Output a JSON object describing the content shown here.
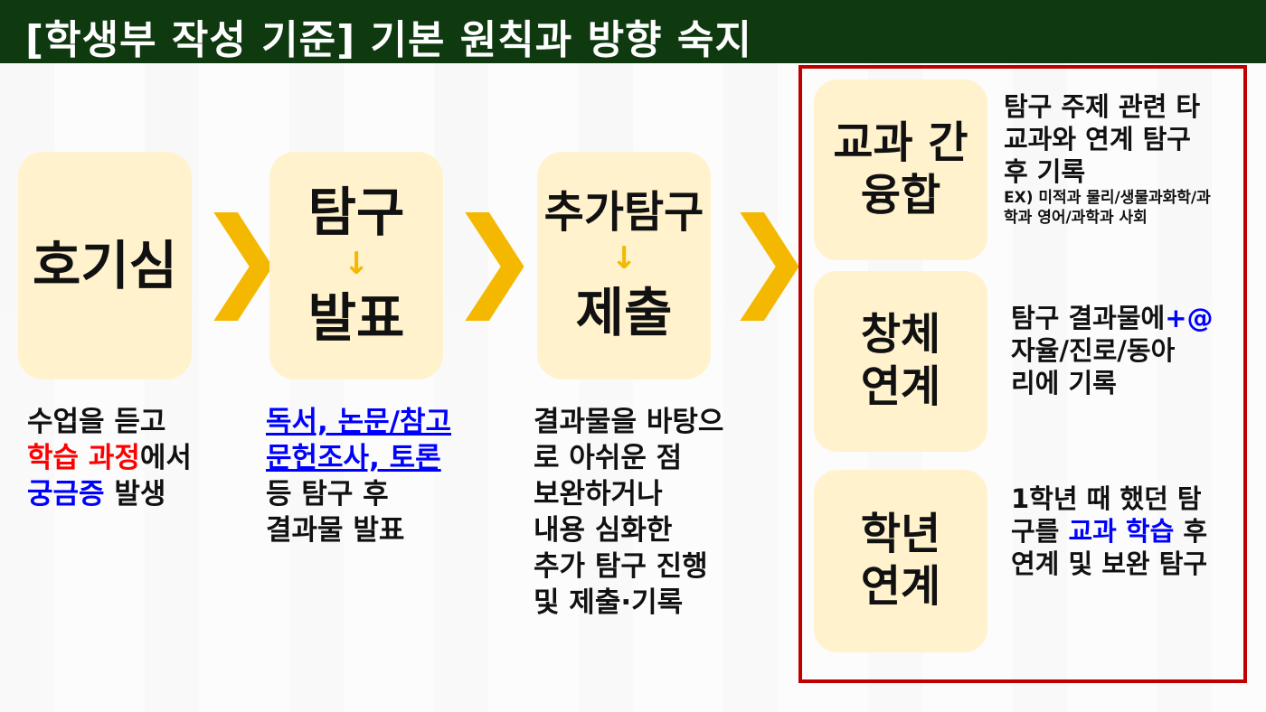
{
  "title": "[학생부 작성 기준] 기본 원칙과 방향 숙지",
  "steps": [
    {
      "label": "호기심"
    },
    {
      "top": "탐구",
      "arrow": "↓",
      "bottom": "발표"
    },
    {
      "top": "추가탐구",
      "arrow": "↓",
      "bottom": "제출"
    }
  ],
  "chevron": "❯",
  "desc1": {
    "line1": "수업을 듣고",
    "line2_red": "학습 과정",
    "line2_rest": "에서",
    "line3_blue": "궁금증",
    "line3_rest": " 발생"
  },
  "desc2": {
    "line1": "독서, 논문/참고",
    "line2": "문헌조사, 토론",
    "line3": "등 탐구 후",
    "line4": "결과물 발표"
  },
  "desc3": {
    "lines": [
      "결과물을 바탕으",
      "로 아쉬운 점",
      "보완하거나",
      "내용 심화한",
      "추가 탐구 진행",
      "및 제출·기록"
    ]
  },
  "right": {
    "items": [
      {
        "label_l1": "교과 간",
        "label_l2": "융합",
        "desc_l1": "탐구 주제 관련 타",
        "desc_l2": "교과와 연계 탐구",
        "desc_l3": "후 기록",
        "small_l1": "EX) 미적과 물리/생물과화학/과",
        "small_l2": "학과 영어/과학과 사회"
      },
      {
        "label_l1": "창체",
        "label_l2": "연계",
        "desc_l1": "탐구 결과물에",
        "desc_l1_blue": "+@",
        "desc_l2": "자율/진로/동아",
        "desc_l3": "리에 기록"
      },
      {
        "label_l1": "학년",
        "label_l2": "연계",
        "desc_l1": "1학년 때 했던 탐",
        "desc_l2_a": "구를 ",
        "desc_l2_blue": "교과 학습",
        "desc_l2_b": " 후",
        "desc_l3": "연계 및 보완 탐구"
      }
    ]
  },
  "colors": {
    "title_bg": "#0f3a10",
    "box_fill": "#fff2cc",
    "chevron": "#f5b800",
    "frame": "#c00000",
    "highlight_red": "#ff0000",
    "highlight_blue": "#0000ff"
  }
}
